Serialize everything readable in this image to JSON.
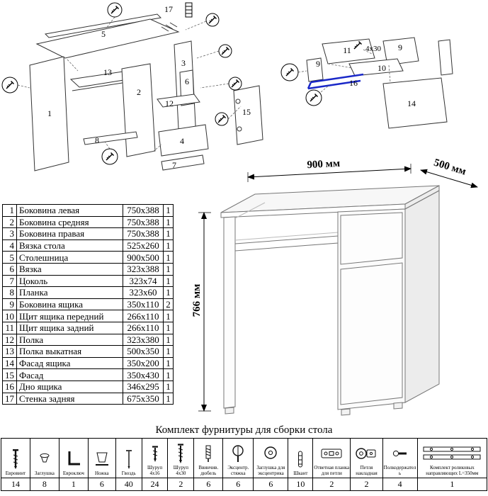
{
  "document": {
    "hardware_title": "Комплект фурнитуры для сборки стола"
  },
  "dimensions": {
    "width": "900 мм",
    "depth": "500 мм",
    "height": "766 мм"
  },
  "parts_table": {
    "rows": [
      {
        "num": "1",
        "name": "Боковина левая",
        "size": "750x388",
        "qty": "1"
      },
      {
        "num": "2",
        "name": "Боковина средняя",
        "size": "750x388",
        "qty": "1"
      },
      {
        "num": "3",
        "name": "Боковина правая",
        "size": "750x388",
        "qty": "1"
      },
      {
        "num": "4",
        "name": "Вязка стола",
        "size": "525x260",
        "qty": "1"
      },
      {
        "num": "5",
        "name": "Столешница",
        "size": "900x500",
        "qty": "1"
      },
      {
        "num": "6",
        "name": "Вязка",
        "size": "323x388",
        "qty": "1"
      },
      {
        "num": "7",
        "name": "Цоколь",
        "size": "323x74",
        "qty": "1"
      },
      {
        "num": "8",
        "name": "Планка",
        "size": "323x60",
        "qty": "1"
      },
      {
        "num": "9",
        "name": "Боковина ящика",
        "size": "350x110",
        "qty": "2"
      },
      {
        "num": "10",
        "name": "Щит ящика передний",
        "size": "266x110",
        "qty": "1"
      },
      {
        "num": "11",
        "name": "Щит ящика задний",
        "size": "266x110",
        "qty": "1"
      },
      {
        "num": "12",
        "name": "Полка",
        "size": "323x380",
        "qty": "1"
      },
      {
        "num": "13",
        "name": "Полка выкатная",
        "size": "500x350",
        "qty": "1"
      },
      {
        "num": "14",
        "name": "Фасад ящика",
        "size": "350x200",
        "qty": "1"
      },
      {
        "num": "15",
        "name": "Фасад",
        "size": "350x430",
        "qty": "1"
      },
      {
        "num": "16",
        "name": "Дно ящика",
        "size": "346x295",
        "qty": "1"
      },
      {
        "num": "17",
        "name": "Стенка задняя",
        "size": "675x350",
        "qty": "1"
      }
    ]
  },
  "hardware": {
    "items": [
      {
        "label": "Евровинт",
        "qty": "14"
      },
      {
        "label": "Заглушка",
        "qty": "8"
      },
      {
        "label": "Евроключ",
        "qty": "1"
      },
      {
        "label": "Ножка",
        "qty": "6"
      },
      {
        "label": "Гвоздь",
        "qty": "40"
      },
      {
        "label": "Шуруп 4x16",
        "qty": "24"
      },
      {
        "label": "Шуруп 4x30",
        "qty": "2"
      },
      {
        "label": "Ввинчив. дюбель",
        "qty": "6"
      },
      {
        "label": "Эксцентр. стяжка",
        "qty": "6"
      },
      {
        "label": "Заглушка для эксцентрика",
        "qty": "6"
      },
      {
        "label": "Шкант",
        "qty": "10"
      },
      {
        "label": "Ответная планка для петли",
        "qty": "2"
      },
      {
        "label": "Петля накладная",
        "qty": "2"
      },
      {
        "label": "Полкодержатель",
        "qty": "4"
      },
      {
        "label": "Комплект роликовых направляющих L=350мм",
        "qty": "1"
      }
    ]
  },
  "exploded_left": {
    "callouts": {
      "c1": "1",
      "c2": "2",
      "c3": "3",
      "c4": "4",
      "c5": "5",
      "c6": "6",
      "c7": "7",
      "c8": "8",
      "c12": "12",
      "c13": "13",
      "c15": "15",
      "c17": "17"
    }
  },
  "exploded_right": {
    "callouts": {
      "c9a": "9",
      "c9b": "9",
      "c10": "10",
      "c11": "11",
      "c14": "14",
      "c16": "16"
    },
    "screw_note": "4x30",
    "rail_color": "#1a28c8"
  }
}
